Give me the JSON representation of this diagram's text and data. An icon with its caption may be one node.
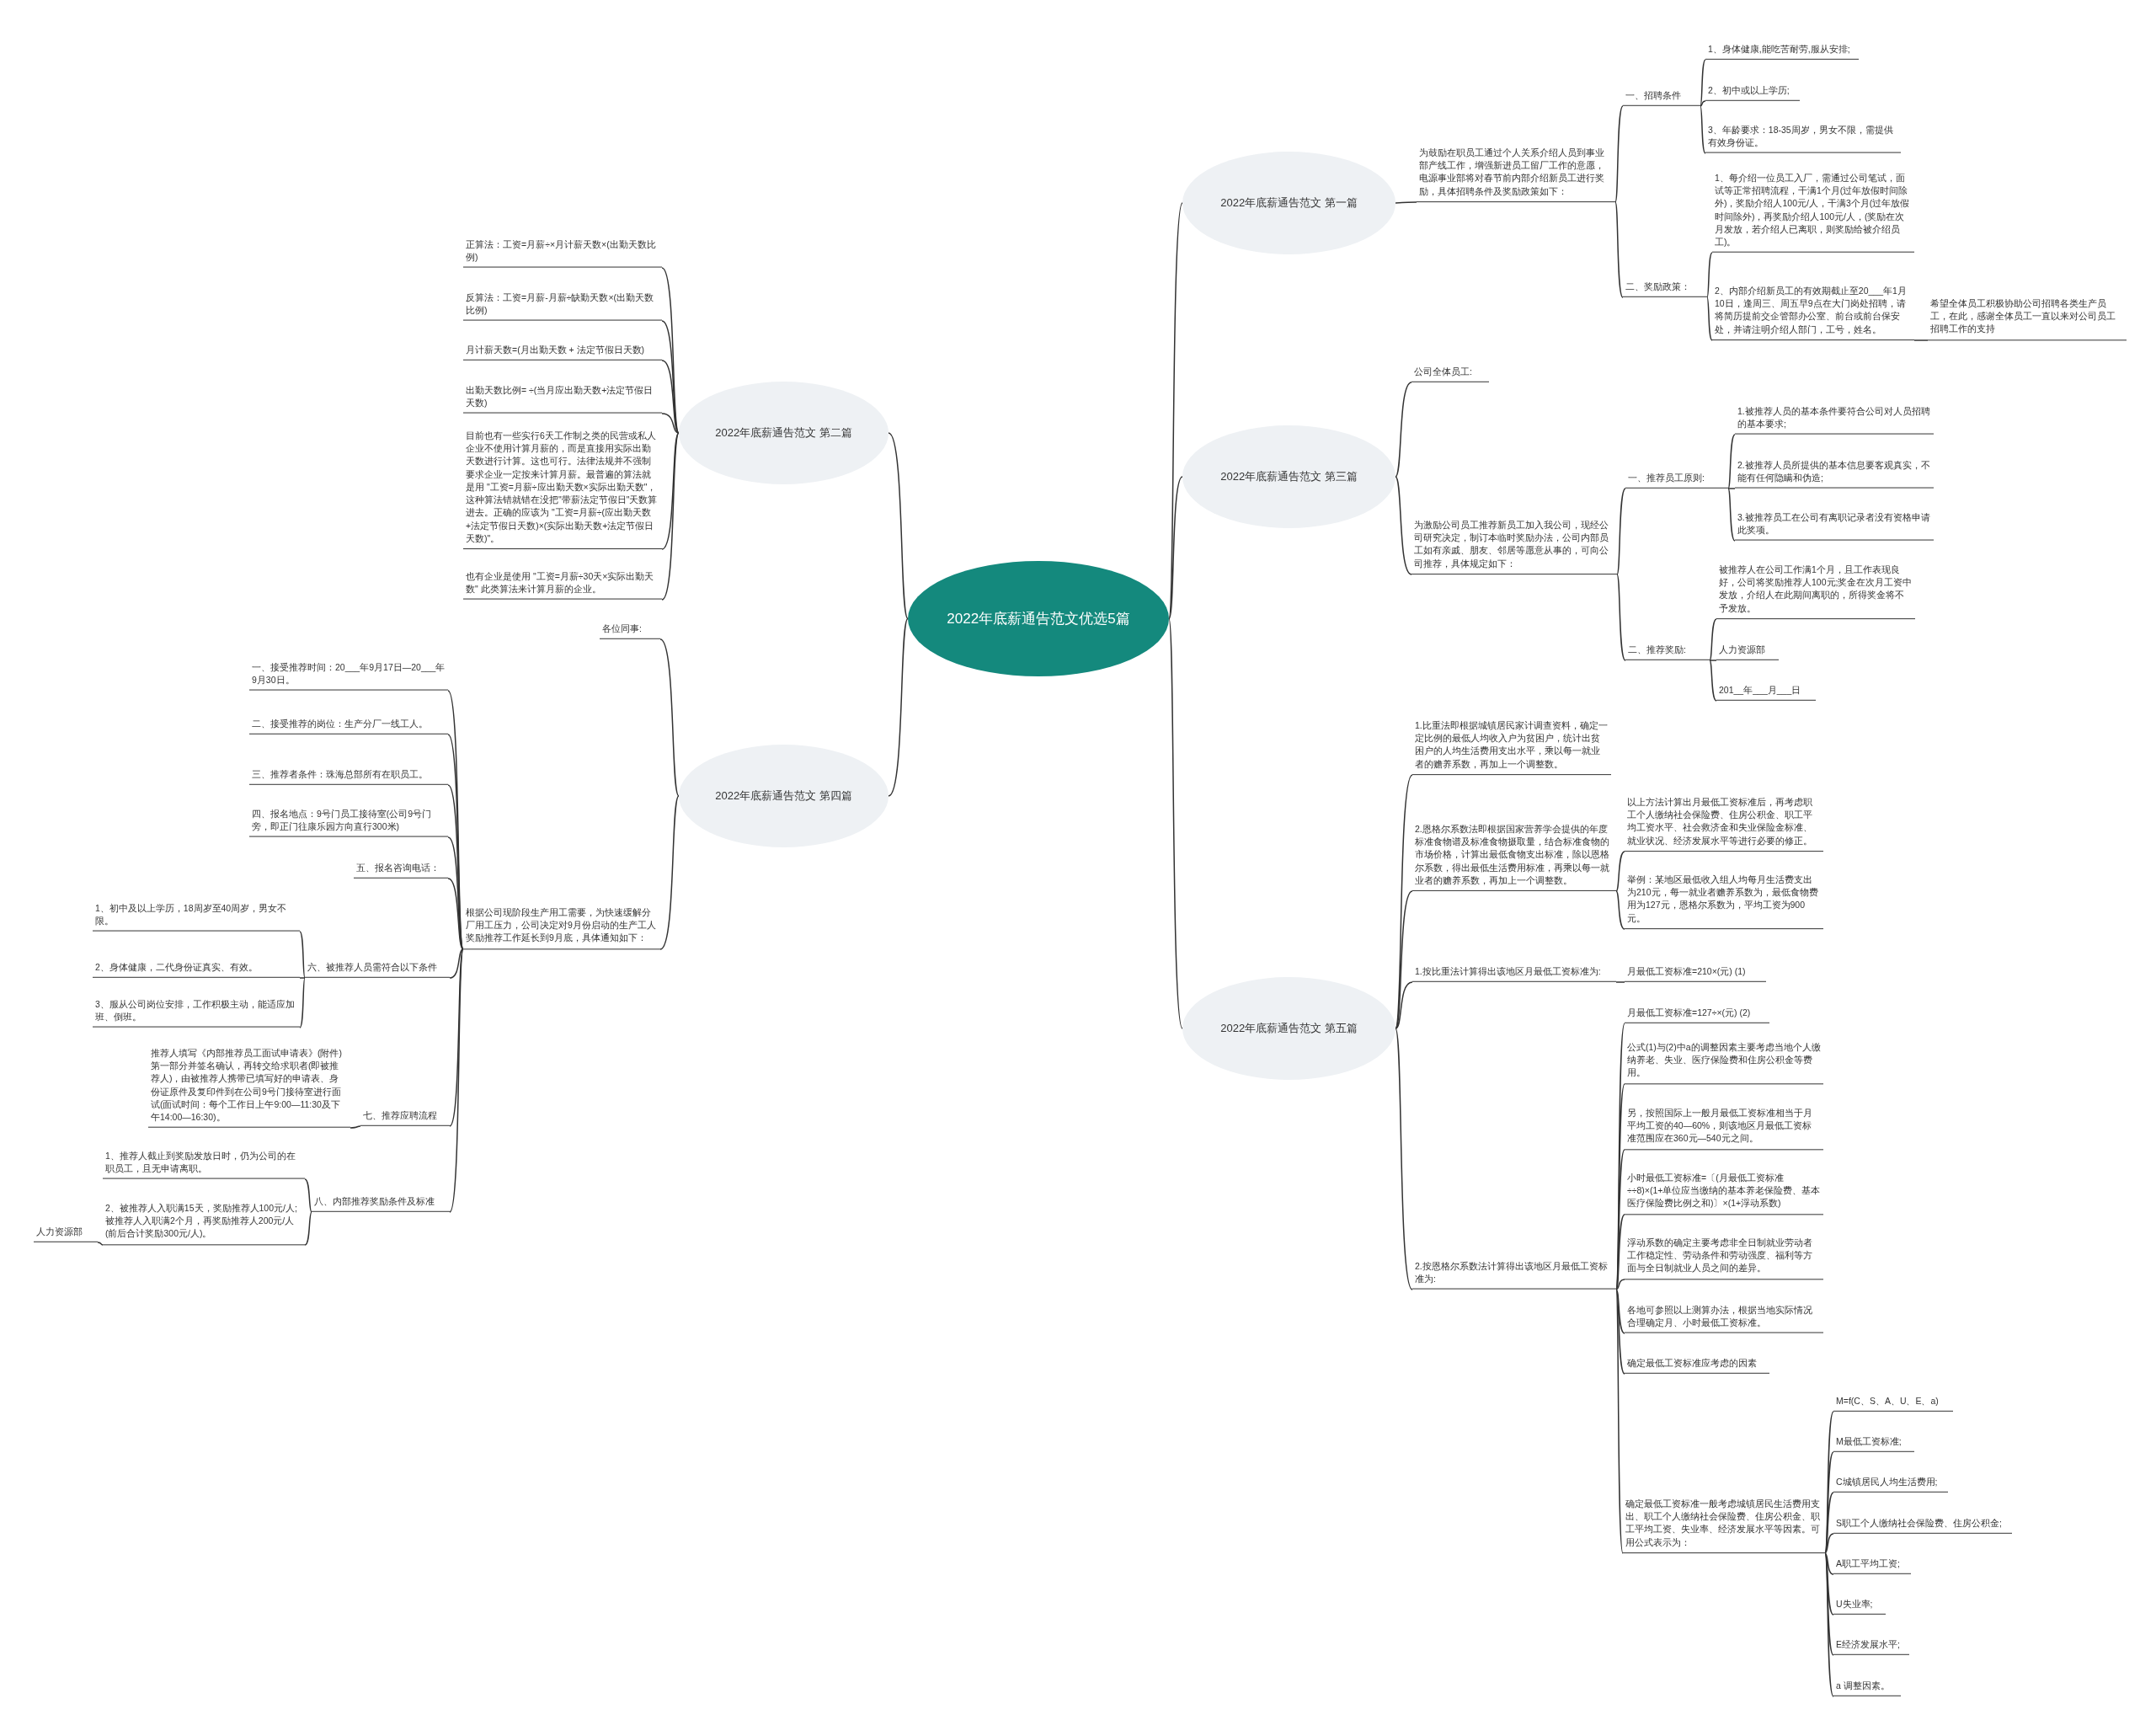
{
  "diagram": {
    "nodes": [
      {
        "text": [
          "2022年底薪通告范文优选5篇"
        ]
      },
      {
        "text": [
          "2022年底薪通告范文 第一篇"
        ]
      },
      {
        "text": [
          "为鼓励在职员工通过个人关系介绍人员到事业部产线工作，增强新进员工留厂工作的意愿，电源事业部将对春节前内部介绍新员工进行奖励，具体招聘条件及奖励政策如下："
        ]
      },
      {
        "text": [
          "一、招聘条件"
        ]
      },
      {
        "text": [
          "1、身体健康,能吃苦耐劳,服从安排;"
        ]
      },
      {
        "text": [
          "2、初中或以上学历;"
        ]
      },
      {
        "text": [
          "3、年龄要求：18-35周岁，男女不限，需提供有效身份证。"
        ]
      },
      {
        "text": [
          "二、奖励政策："
        ]
      },
      {
        "text": [
          "1、每介绍一位员工入厂，需通过公司笔试，面试等正常招聘流程，干满1个月(过年放假时间除外)，奖励介绍人100元/人，干满3个月(过年放假时间除外)，再奖励介绍人100元/人，(奖励在次月发放，若介绍人已离职，则奖励给被介绍员工)。"
        ]
      },
      {
        "text": [
          "2、内部介绍新员工的有效期截止至20___年1月10日，逢周三、周五早9点在大门岗处招聘，请将简历提前交企管部办公室、前台或前台保安处，并请注明介绍人部门，工号，姓名。"
        ]
      },
      {
        "text": [
          "希望全体员工积极协助公司招聘各类生产员工，在此，感谢全体员工一直以来对公司员工招聘工作的支持"
        ]
      },
      {
        "text": [
          "2022年底薪通告范文 第三篇"
        ]
      },
      {
        "text": [
          "公司全体员工:"
        ]
      },
      {
        "text": [
          "为激励公司员工推荐新员工加入我公司，现经公司研究决定，制订本临时奖励办法，公司内部员工如有亲戚、朋友、邻居等愿意从事的，可向公司推荐，具体规定如下："
        ]
      },
      {
        "text": [
          "一、推荐员工原则:"
        ]
      },
      {
        "text": [
          "1.被推荐人员的基本条件要符合公司对人员招聘的基本要求;"
        ]
      },
      {
        "text": [
          "2.被推荐人员所提供的基本信息要客观真实，不能有任何隐瞒和伪造;"
        ]
      },
      {
        "text": [
          "3.被推荐员工在公司有离职记录者没有资格申请此奖项。"
        ]
      },
      {
        "text": [
          "二、推荐奖励:"
        ]
      },
      {
        "text": [
          "被推荐人在公司工作满1个月，且工作表现良好，公司将奖励推荐人100元;奖金在次月工资中发放，介绍人在此期间离职的，所得奖金将不予发放。"
        ]
      },
      {
        "text": [
          "人力资源部"
        ]
      },
      {
        "text": [
          "201__年___月___日"
        ]
      },
      {
        "text": [
          "2022年底薪通告范文 第五篇"
        ]
      },
      {
        "text": [
          "1.比重法即根据城镇居民家计调查资料，确定一定比例的最低人均收入户为贫困户，统计出贫困户的人均生活费用支出水平，乘以每一就业者的赡养系数，再加上一个调整数。"
        ]
      },
      {
        "text": [
          "2.恩格尔系数法即根据国家营养学会提供的年度标准食物谱及标准食物摄取量，结合标准食物的市场价格，计算出最低食物支出标准，除以恩格尔系数，得出最低生活费用标准，再乘以每一就业者的赡养系数，再加上一个调整数。"
        ]
      },
      {
        "text": [
          "以上方法计算出月最低工资标准后，再考虑职工个人缴纳社会保险费、住房公积金、职工平均工资水平、社会救济金和失业保险金标准、就业状况、经济发展水平等进行必要的修正。"
        ]
      },
      {
        "text": [
          "举例：某地区最低收入组人均每月生活费支出为210元，每一就业者赡养系数为，最低食物费用为127元，恩格尔系数为，平均工资为900元。"
        ]
      },
      {
        "text": [
          "1.按比重法计算得出该地区月最低工资标准为:"
        ]
      },
      {
        "text": [
          "月最低工资标准=210×(元) (1)"
        ]
      },
      {
        "text": [
          "2.按恩格尔系数法计算得出该地区月最低工资标准为:"
        ]
      },
      {
        "text": [
          "月最低工资标准=127÷×(元) (2)"
        ]
      },
      {
        "text": [
          "公式(1)与(2)中a的调整因素主要考虑当地个人缴纳养老、失业、医疗保险费和住房公积金等费用。"
        ]
      },
      {
        "text": [
          "另，按照国际上一般月最低工资标准相当于月平均工资的40—60%，则该地区月最低工资标准范围应在360元—540元之间。"
        ]
      },
      {
        "text": [
          "小时最低工资标准=〔(月最低工资标准÷÷8)×(1+单位应当缴纳的基本养老保险费、基本医疗保险费比例之和)〕×(1+浮动系数)"
        ]
      },
      {
        "text": [
          "浮动系数的确定主要考虑非全日制就业劳动者工作稳定性、劳动条件和劳动强度、福利等方面与全日制就业人员之间的差异。"
        ]
      },
      {
        "text": [
          "各地可参照以上测算办法，根据当地实际情况合理确定月、小时最低工资标准。"
        ]
      },
      {
        "text": [
          "确定最低工资标准应考虑的因素"
        ]
      },
      {
        "text": [
          "确定最低工资标准一般考虑城镇居民生活费用支出、职工个人缴纳社会保险费、住房公积金、职工平均工资、失业率、经济发展水平等因素。可用公式表示为："
        ]
      },
      {
        "text": [
          "M=f(C、S、A、U、E、a)"
        ]
      },
      {
        "text": [
          "M最低工资标准;"
        ]
      },
      {
        "text": [
          "C城镇居民人均生活费用;"
        ]
      },
      {
        "text": [
          "S职工个人缴纳社会保险费、住房公积金;"
        ]
      },
      {
        "text": [
          "A职工平均工资;"
        ]
      },
      {
        "text": [
          "U失业率;"
        ]
      },
      {
        "text": [
          "E经济发展水平;"
        ]
      },
      {
        "text": [
          "a 调整因素。"
        ]
      },
      {
        "text": [
          "2022年底薪通告范文 第二篇"
        ]
      },
      {
        "text": [
          "正算法：工资=月薪÷×月计薪天数×(出勤天数比例)"
        ]
      },
      {
        "text": [
          "反算法：工资=月薪-月薪÷缺勤天数×(出勤天数比例)"
        ]
      },
      {
        "text": [
          "月计薪天数=(月出勤天数 + 法定节假日天数)"
        ]
      },
      {
        "text": [
          "出勤天数比例= ÷(当月应出勤天数+法定节假日天数)"
        ]
      },
      {
        "text": [
          "目前也有一些实行6天工作制之类的民营或私人企业不使用计算月薪的，而是直接用实际出勤天数进行计算。这也可行。法律法规并不强制要求企业一定按来计算月薪。最普遍的算法就是用 \"工资=月薪÷应出勤天数×实际出勤天数\"，这种算法错就错在没把\"带薪法定节假日\"天数算进去。正确的应该为 \"工资=月薪÷(应出勤天数+法定节假日天数)×(实际出勤天数+法定节假日天数)\"。"
        ]
      },
      {
        "text": [
          "也有企业是使用 \"工资=月薪÷30天×实际出勤天数\" 此类算法来计算月薪的企业。"
        ]
      },
      {
        "text": [
          "2022年底薪通告范文 第四篇"
        ]
      },
      {
        "text": [
          "各位同事:"
        ]
      },
      {
        "text": [
          "根据公司现阶段生产用工需要，为快速缓解分厂用工压力，公司决定对9月份启动的生产工人奖励推荐工作延长到9月底，具体通知如下："
        ]
      },
      {
        "text": [
          "一、接受推荐时间：20___年9月17日—20___年9月30日。"
        ]
      },
      {
        "text": [
          "二、接受推荐的岗位：生产分厂一线工人。"
        ]
      },
      {
        "text": [
          "三、推荐者条件：珠海总部所有在职员工。"
        ]
      },
      {
        "text": [
          "四、报名地点：9号门员工接待室(公司9号门旁，即正门往康乐园方向直行300米)"
        ]
      },
      {
        "text": [
          "五、报名咨询电话："
        ]
      },
      {
        "text": [
          "六、被推荐人员需符合以下条件"
        ]
      },
      {
        "text": [
          "1、初中及以上学历，18周岁至40周岁，男女不限。"
        ]
      },
      {
        "text": [
          "2、身体健康，二代身份证真实、有效。"
        ]
      },
      {
        "text": [
          "3、服从公司岗位安排，工作积极主动，能适应加班、倒班。"
        ]
      },
      {
        "text": [
          "七、推荐应聘流程"
        ]
      },
      {
        "text": [
          "推荐人填写《内部推荐员工面试申请表》(附件)第一部分并签名确认，再转交给求职者(即被推荐人)，由被推荐人携带已填写好的申请表、身份证原件及复印件到在公司9号门接待室进行面试(面试时间：每个工作日上午9:00—11:30及下午14:00—16:30)。"
        ]
      },
      {
        "text": [
          "八、内部推荐奖励条件及标准"
        ]
      },
      {
        "text": [
          "1、推荐人截止到奖励发放日时，仍为公司的在职员工，且无申请离职。"
        ]
      },
      {
        "text": [
          "2、被推荐人入职满15天，奖励推荐人100元/人;被推荐人入职满2个月，再奖励推荐人200元/人(前后合计奖励300元/人)。"
        ]
      },
      {
        "text": [
          "人力资源部"
        ]
      }
    ],
    "edges": [
      {
        "from": 0,
        "to": 1,
        "arrow": "none"
      },
      {
        "from": 0,
        "to": 11,
        "arrow": "none"
      },
      {
        "from": 0,
        "to": 22,
        "arrow": "none"
      },
      {
        "from": 0,
        "to": 46,
        "arrow": "none"
      },
      {
        "from": 0,
        "to": 53,
        "arrow": "none"
      },
      {
        "from": 1,
        "to": 2,
        "arrow": "none"
      },
      {
        "from": 2,
        "to": 3,
        "arrow": "none"
      },
      {
        "from": 3,
        "to": 4,
        "arrow": "none"
      },
      {
        "from": 3,
        "to": 5,
        "arrow": "none"
      },
      {
        "from": 3,
        "to": 6,
        "arrow": "none"
      },
      {
        "from": 2,
        "to": 7,
        "arrow": "none"
      },
      {
        "from": 7,
        "to": 8,
        "arrow": "none"
      },
      {
        "from": 7,
        "to": 9,
        "arrow": "none"
      },
      {
        "from": 9,
        "to": 10,
        "arrow": "none"
      },
      {
        "from": 11,
        "to": 12,
        "arrow": "none"
      },
      {
        "from": 11,
        "to": 13,
        "arrow": "none"
      },
      {
        "from": 13,
        "to": 14,
        "arrow": "none"
      },
      {
        "from": 14,
        "to": 15,
        "arrow": "none"
      },
      {
        "from": 14,
        "to": 16,
        "arrow": "none"
      },
      {
        "from": 14,
        "to": 17,
        "arrow": "none"
      },
      {
        "from": 13,
        "to": 18,
        "arrow": "none"
      },
      {
        "from": 18,
        "to": 19,
        "arrow": "none"
      },
      {
        "from": 18,
        "to": 20,
        "arrow": "none"
      },
      {
        "from": 18,
        "to": 21,
        "arrow": "none"
      },
      {
        "from": 22,
        "to": 23,
        "arrow": "none"
      },
      {
        "from": 22,
        "to": 24,
        "arrow": "none"
      },
      {
        "from": 24,
        "to": 25,
        "arrow": "none"
      },
      {
        "from": 24,
        "to": 26,
        "arrow": "none"
      },
      {
        "from": 22,
        "to": 27,
        "arrow": "none"
      },
      {
        "from": 27,
        "to": 28,
        "arrow": "none"
      },
      {
        "from": 22,
        "to": 29,
        "arrow": "none"
      },
      {
        "from": 29,
        "to": 30,
        "arrow": "none"
      },
      {
        "from": 29,
        "to": 31,
        "arrow": "none"
      },
      {
        "from": 29,
        "to": 32,
        "arrow": "none"
      },
      {
        "from": 29,
        "to": 33,
        "arrow": "none"
      },
      {
        "from": 29,
        "to": 34,
        "arrow": "none"
      },
      {
        "from": 29,
        "to": 35,
        "arrow": "none"
      },
      {
        "from": 29,
        "to": 36,
        "arrow": "none"
      },
      {
        "from": 29,
        "to": 37,
        "arrow": "none"
      },
      {
        "from": 37,
        "to": 38,
        "arrow": "none"
      },
      {
        "from": 37,
        "to": 39,
        "arrow": "none"
      },
      {
        "from": 37,
        "to": 40,
        "arrow": "none"
      },
      {
        "from": 37,
        "to": 41,
        "arrow": "none"
      },
      {
        "from": 37,
        "to": 42,
        "arrow": "none"
      },
      {
        "from": 37,
        "to": 43,
        "arrow": "none"
      },
      {
        "from": 37,
        "to": 44,
        "arrow": "none"
      },
      {
        "from": 37,
        "to": 45,
        "arrow": "none"
      },
      {
        "from": 46,
        "to": 47,
        "arrow": "none"
      },
      {
        "from": 46,
        "to": 48,
        "arrow": "none"
      },
      {
        "from": 46,
        "to": 49,
        "arrow": "none"
      },
      {
        "from": 46,
        "to": 50,
        "arrow": "none"
      },
      {
        "from": 46,
        "to": 51,
        "arrow": "none"
      },
      {
        "from": 46,
        "to": 52,
        "arrow": "none"
      },
      {
        "from": 53,
        "to": 54,
        "arrow": "none"
      },
      {
        "from": 53,
        "to": 55,
        "arrow": "none"
      },
      {
        "from": 55,
        "to": 56,
        "arrow": "none"
      },
      {
        "from": 55,
        "to": 57,
        "arrow": "none"
      },
      {
        "from": 55,
        "to": 58,
        "arrow": "none"
      },
      {
        "from": 55,
        "to": 59,
        "arrow": "none"
      },
      {
        "from": 55,
        "to": 60,
        "arrow": "none"
      },
      {
        "from": 55,
        "to": 61,
        "arrow": "none"
      },
      {
        "from": 61,
        "to": 62,
        "arrow": "none"
      },
      {
        "from": 61,
        "to": 63,
        "arrow": "none"
      },
      {
        "from": 61,
        "to": 64,
        "arrow": "none"
      },
      {
        "from": 55,
        "to": 65,
        "arrow": "none"
      },
      {
        "from": 65,
        "to": 66,
        "arrow": "none"
      },
      {
        "from": 55,
        "to": 67,
        "arrow": "none"
      },
      {
        "from": 67,
        "to": 68,
        "arrow": "none"
      },
      {
        "from": 67,
        "to": 69,
        "arrow": "none"
      },
      {
        "from": 69,
        "to": 70,
        "arrow": "none"
      }
    ]
  }
}
